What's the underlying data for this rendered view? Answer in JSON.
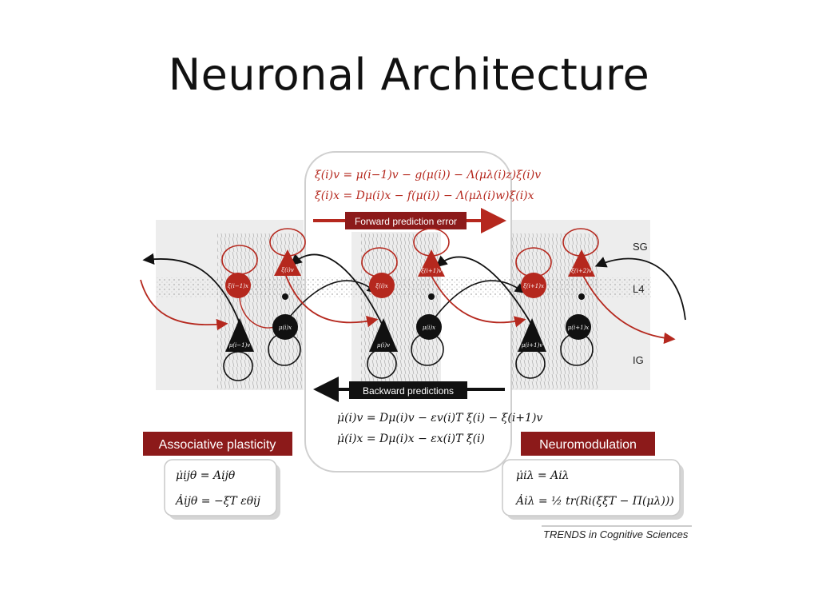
{
  "slide": {
    "title": "Neuronal Architecture"
  },
  "figure": {
    "forward_equations": [
      "ξ(i)v = μ(i−1)v − g(μ(i)) − Λ(μλ(i)z)ξ(i)v",
      "ξ(i)x = Dμ(i)x − f(μ(i)) − Λ(μλ(i)w)ξ(i)x"
    ],
    "forward_label": "Forward prediction error",
    "backward_label": "Backward predictions",
    "backward_equations": [
      "μ̇(i)v = Dμ(i)v − εv(i)T ξ(i) − ξ(i+1)v",
      "μ̇(i)x = Dμ(i)x − εx(i)T ξ(i)"
    ],
    "layers": [
      "SG",
      "L4",
      "IG"
    ],
    "neuron_labels": {
      "left_red_circle": "ξ(i−1)x",
      "left_red_triangle": "ξ(i)v",
      "left_black_triangle": "μ(i−1)v",
      "left_black_circle": "μ(i)x",
      "mid_red_circle": "ξ(i)x",
      "mid_red_triangle": "ξ(i+1)v",
      "mid_black_triangle": "μ(i)v",
      "mid_black_circle": "μ(i)x",
      "right_red_circle": "ξ(i+1)x",
      "right_red_triangle": "ξ(i+2)v",
      "right_black_triangle": "μ(i+1)v",
      "right_black_circle": "μ(i+1)x"
    },
    "associative": {
      "title": "Associative plasticity",
      "equations": [
        "μ̇ijθ = Aijθ",
        "Ȧijθ = −ξT εθij"
      ]
    },
    "neuromodulation": {
      "title": "Neuromodulation",
      "equations": [
        "μ̇iλ = Aiλ",
        "Ȧiλ = ½ tr(Ri(ξξT − Π(μλ)))"
      ]
    },
    "credit": "TRENDS in Cognitive Sciences",
    "colors": {
      "red": "#b5281e",
      "dark_red_band": "#8c1a1a",
      "black": "#111111",
      "panel": "#ededed"
    }
  }
}
